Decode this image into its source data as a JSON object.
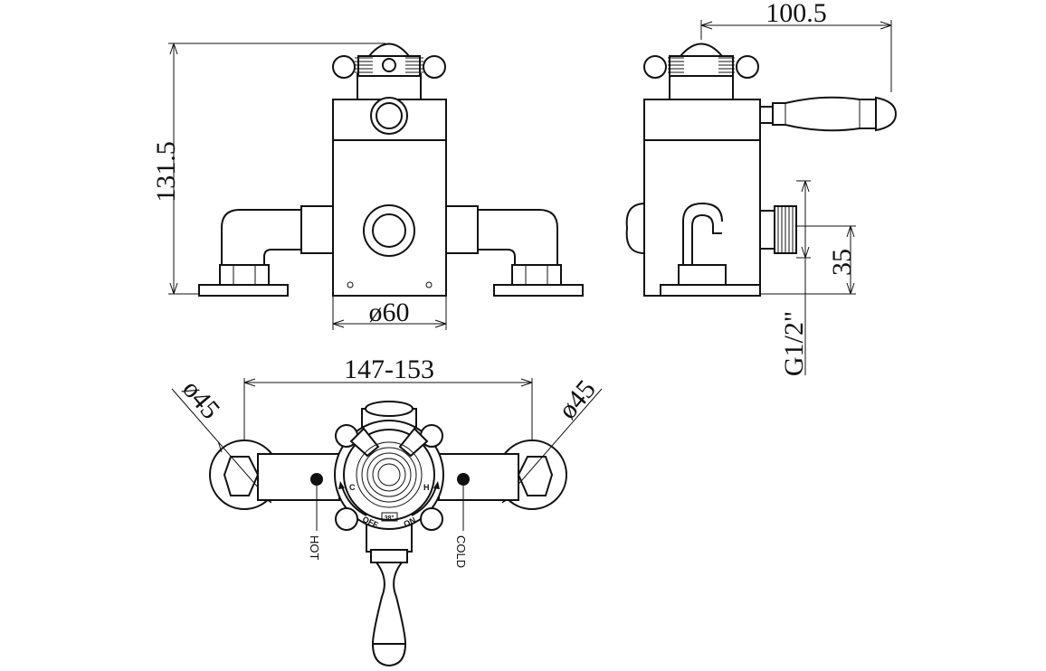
{
  "dimensions": {
    "overall_height": "131.5",
    "body_diameter": "ø60",
    "lever_reach": "100.5",
    "outlet_height": "35",
    "thread": "G1/2\"",
    "inlet_centres": "147-153",
    "cover_left": "ø45",
    "cover_right": "ø45"
  },
  "dial": {
    "cold_mark": "C",
    "hot_mark": "H",
    "temperature": "38°",
    "off": "OFF",
    "on": "ON"
  },
  "labels": {
    "hot": "HOT",
    "cold": "COLD"
  }
}
